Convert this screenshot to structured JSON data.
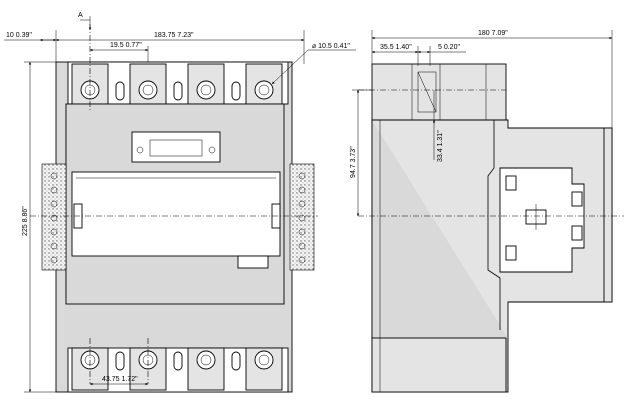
{
  "dimensions": {
    "left_offset": "10  0.39\"",
    "section_mark": "A",
    "total_width": "183.75  7.23\"",
    "pole_offset": "19.5  0.77\"",
    "hole_dia": "⌀ 10.5  0.41\"",
    "total_height": "225  8.86\"",
    "pole_pitch": "43.75  1.72\"",
    "side_depth_a": "35.5  1.40\"",
    "side_depth_b": "5  0.20\"",
    "side_total": "180  7.09\"",
    "side_height_a": "94.7  3.73\"",
    "side_height_b": "33.4  1.31\""
  }
}
